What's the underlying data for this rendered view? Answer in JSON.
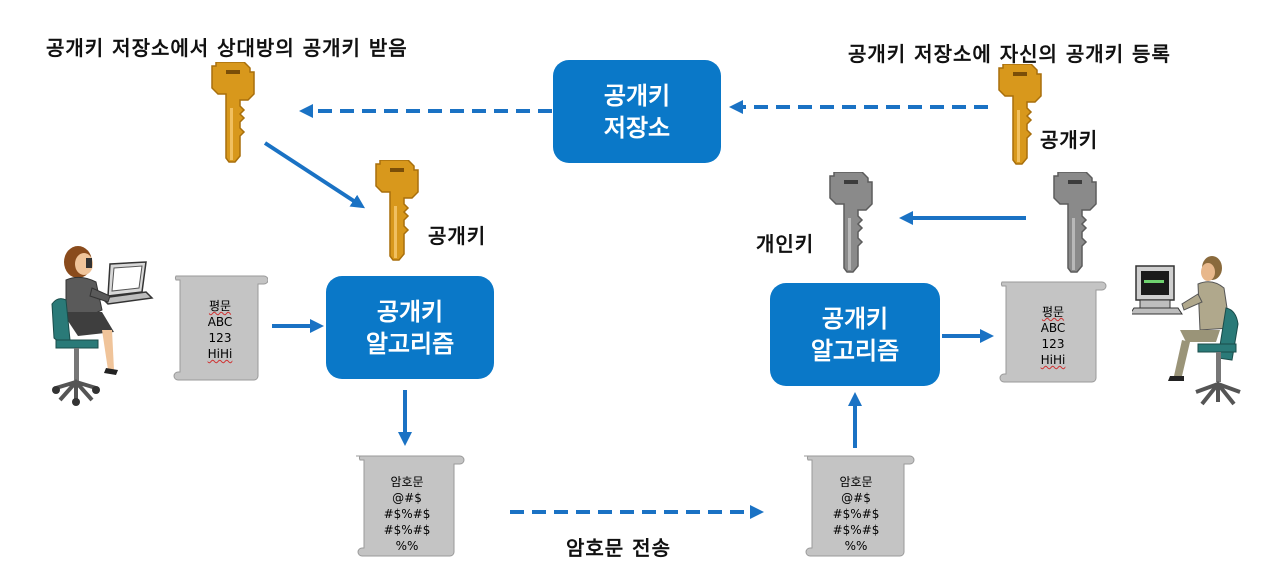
{
  "captions": {
    "top_left": "공개키 저장소에서 상대방의 공개키 받음",
    "top_right": "공개키 저장소에 자신의 공개키 등록",
    "public_key_label_left": "공개키",
    "public_key_label_right": "공개키",
    "private_key_label": "개인키",
    "transmit": "암호문 전송"
  },
  "boxes": {
    "repository": [
      "공개키",
      "저장소"
    ],
    "algo_left": [
      "공개키",
      "알고리즘"
    ],
    "algo_right": [
      "공개키",
      "알고리즘"
    ]
  },
  "plaintext_doc": {
    "title": "평문",
    "lines": [
      "ABC",
      "123",
      "HiHi"
    ]
  },
  "ciphertext_doc": {
    "title": "암호문",
    "lines": [
      "@#$",
      "#$%#$",
      "#$%#$",
      "%%"
    ]
  },
  "colors": {
    "box_blue": "#0a78c8",
    "arrow_blue": "#1a72c4",
    "gold_key": "#d8981c",
    "gray_key": "#8a8a8a",
    "scroll_gray": "#c4c4c4"
  },
  "icons": [
    "gold-key-icon",
    "gray-key-icon",
    "scroll-document-icon",
    "sender-person-icon",
    "receiver-person-icon"
  ]
}
